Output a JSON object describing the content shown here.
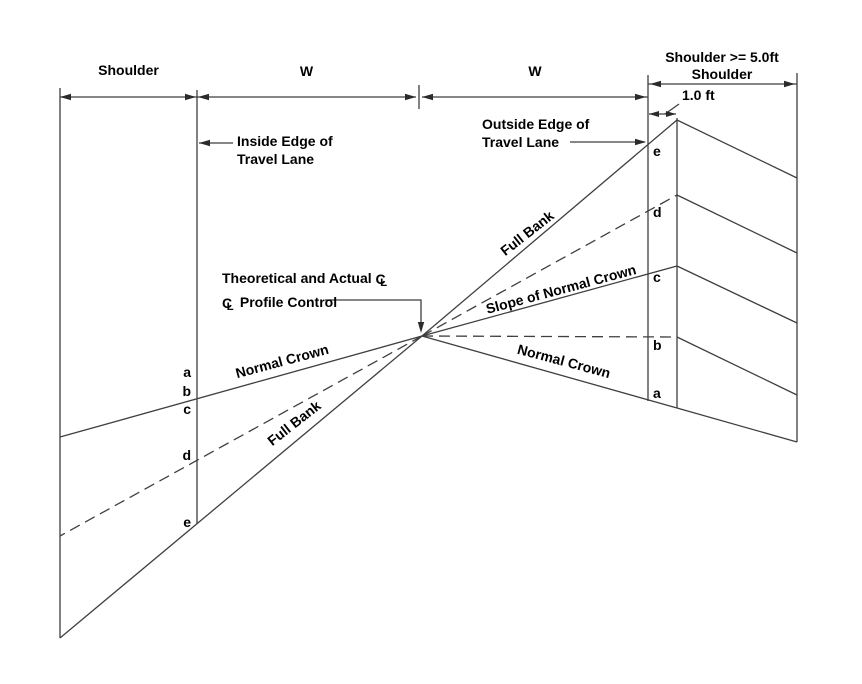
{
  "dims": {
    "shoulder_left": "Shoulder",
    "w1": "W",
    "w2": "W",
    "shoulder_right_line1": "Shoulder >= 5.0ft",
    "shoulder_right_line2": "Shoulder",
    "one_ft": "1.0 ft"
  },
  "callouts": {
    "inside_edge_line1": "Inside Edge of",
    "inside_edge_line2": "Travel Lane",
    "outside_edge_line1": "Outside Edge of",
    "outside_edge_line2": "Travel Lane",
    "cl_line1_text": "Theoretical and Actual",
    "cl_line2_text": "Profile Control"
  },
  "symbols": {
    "centerline_c": "C",
    "centerline_l": "L"
  },
  "line_labels": {
    "full_bank_right": "Full Bank",
    "slope_of_normal_crown": "Slope of Normal Crown",
    "normal_crown_right": "Normal Crown",
    "normal_crown_left": "Normal Crown",
    "full_bank_left": "Full Bank"
  },
  "point_labels": {
    "left_a": "a",
    "left_b": "b",
    "left_c": "c",
    "left_d": "d",
    "left_e": "e",
    "right_e": "e",
    "right_d": "d",
    "right_c": "c",
    "right_b": "b",
    "right_a": "a"
  },
  "colors": {
    "line": "#3f3f3f",
    "text": "#000000",
    "background": "#ffffff"
  }
}
